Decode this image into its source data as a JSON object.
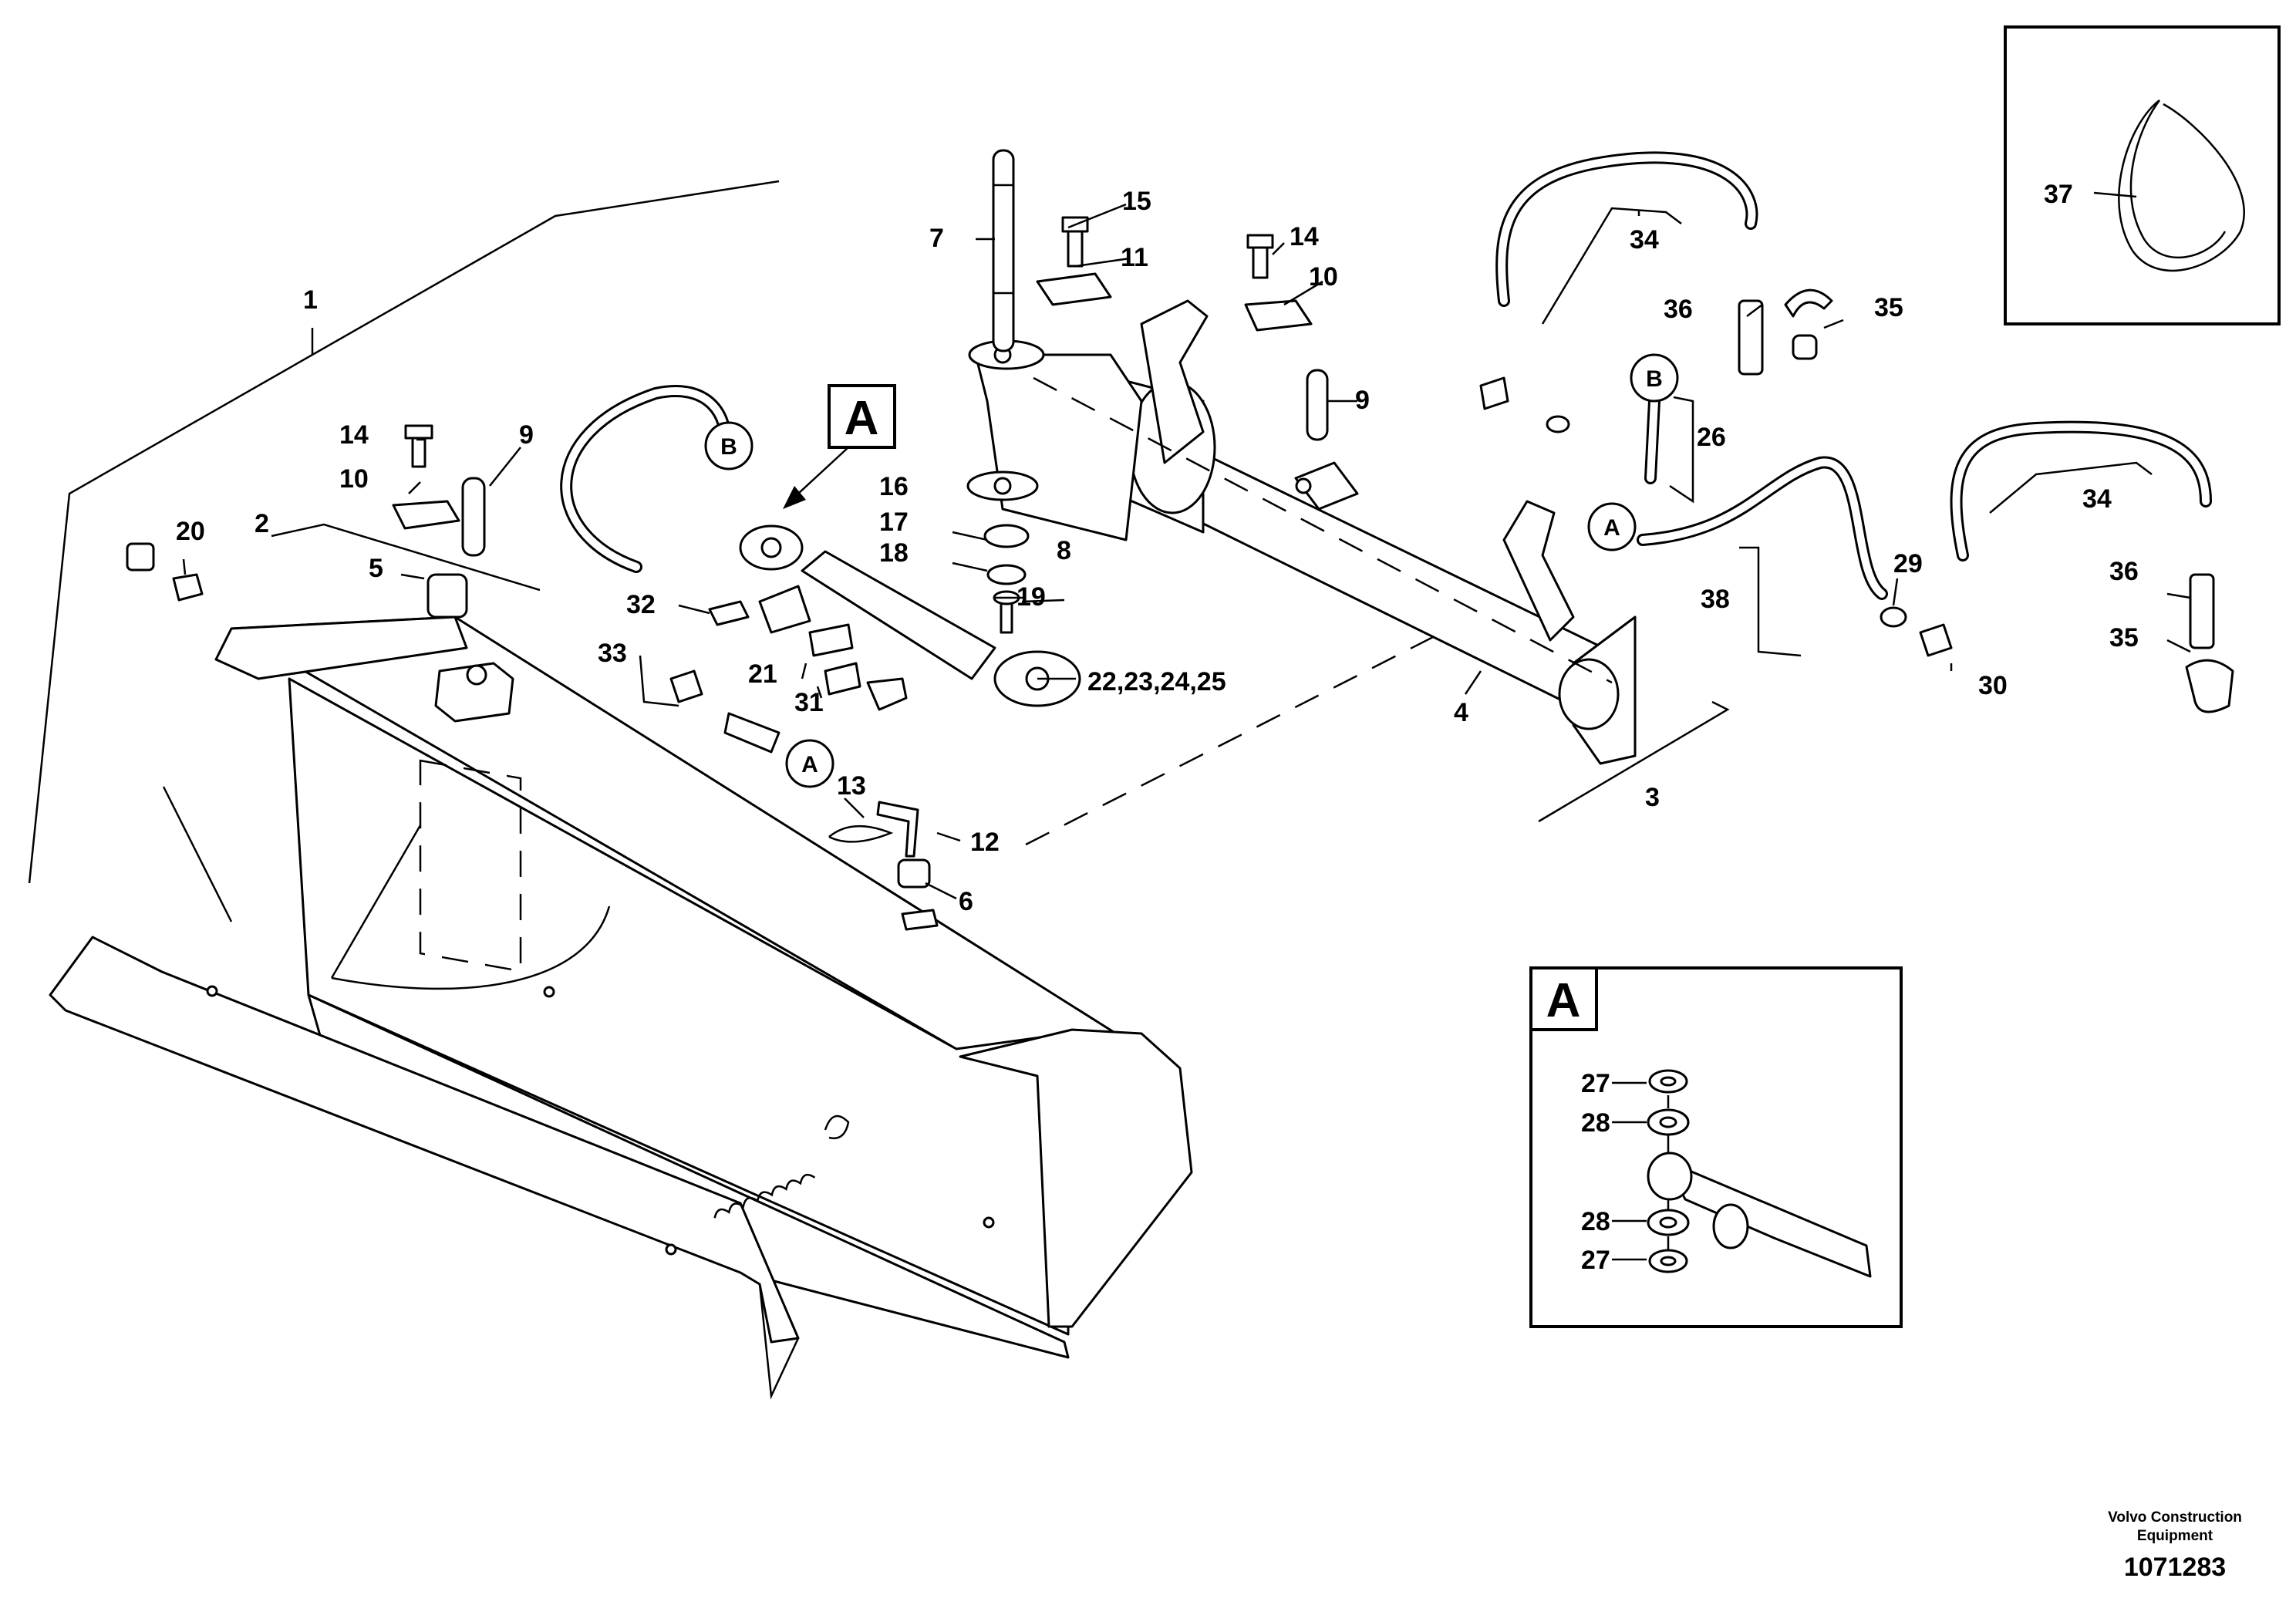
{
  "callouts": {
    "c1": "1",
    "c2": "2",
    "c3": "3",
    "c4": "4",
    "c5": "5",
    "c6": "6",
    "c7": "7",
    "c8": "8",
    "c9a": "9",
    "c9b": "9",
    "c10a": "10",
    "c10b": "10",
    "c11": "11",
    "c12": "12",
    "c13": "13",
    "c14a": "14",
    "c14b": "14",
    "c15": "15",
    "c16": "16",
    "c17": "17",
    "c18": "18",
    "c19": "19",
    "c20": "20",
    "c21": "21",
    "c22": "22,23,24,25",
    "c26": "26",
    "c29": "29",
    "c30": "30",
    "c31": "31",
    "c32": "32",
    "c33": "33",
    "c34a": "34",
    "c34b": "34",
    "c35a": "35",
    "c35b": "35",
    "c36a": "36",
    "c36b": "36",
    "c37": "37",
    "c38": "38"
  },
  "circle_refs": {
    "b1": "B",
    "b2": "B",
    "a1": "A",
    "a2": "A"
  },
  "view_marker": "A",
  "detail_a": {
    "title": "A",
    "labels": [
      "27",
      "28",
      "28",
      "27"
    ]
  },
  "footer": {
    "line1": "Volvo Construction",
    "line2": "Equipment",
    "number": "1071283"
  }
}
